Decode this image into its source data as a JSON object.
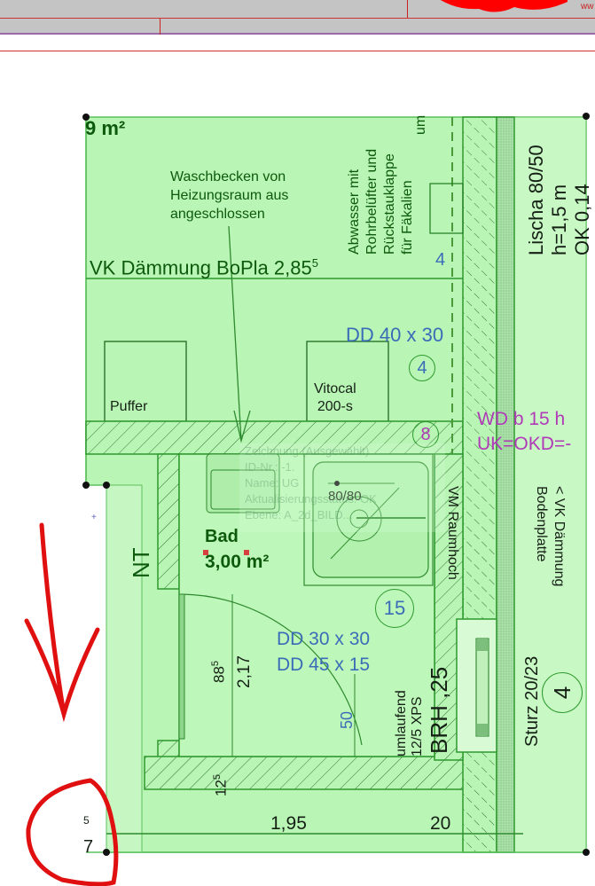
{
  "window": {
    "brand_text": "ww"
  },
  "plan": {
    "room_area_top": "9 m²",
    "note_waschbecken": [
      "Waschbecken von",
      "Heizungsraum aus",
      "angeschlossen"
    ],
    "note_vk_daemmung": "VK Dämmung BoPla 2,85",
    "note_vk_daemmung_sup": "5",
    "note_abwasser": [
      "Abwasser mit",
      "Rohrbelüfter und",
      "Rückstauklappe",
      "für Fäkalien"
    ],
    "note_um": "um",
    "note_lischa": [
      "Lischa 80/50",
      "h=1,5 m",
      "OK 0,14"
    ],
    "dim_4_top": "4",
    "dd_40x30": "DD 40 x 30",
    "tag_4": "4",
    "tag_8": "8",
    "tag_15": "15",
    "tag_4_right": "4",
    "equip_puffer": "Puffer",
    "equip_vitocal": [
      "Vitocal",
      "200-s"
    ],
    "wd_label": [
      "WD b 15 h",
      "UK=OKD=-"
    ],
    "vk_bodenplatte": [
      "< VK Dämmung",
      "Bodenplatte"
    ],
    "vm_raumhoch": "VM Raumhoch",
    "shower_size": "80/80",
    "room_nt": "NT",
    "room_bad_name": "Bad",
    "room_bad_area": "3,00 m²",
    "dim_885": "88",
    "dim_885_sup": "5",
    "dim_217": "2,17",
    "dd_30x30": "DD 30 x 30",
    "dd_45x15": "DD 45 x 15",
    "dim_50": "50",
    "umlaufend": [
      "umlaufend",
      "12/5 XPS"
    ],
    "brh": "BRH ,25",
    "sturz": "Sturz 20/23",
    "dim_125": "12",
    "dim_125_sup": "5",
    "dim_195": "1,95",
    "dim_20": "20",
    "left_dim_5": "5",
    "left_dim_7": "7"
  },
  "tooltip": {
    "lines": [
      "Zeichnung (Ausgewählt)",
      "ID-Nr.: -1.",
      "Name: UG",
      "Aktualisierungsstatus: OK",
      "Ebene: A_2d_BILD..."
    ]
  },
  "colors": {
    "plan_fill": "#b9f5b5",
    "plan_line": "#2e9a2e",
    "annotation_red": "#e01010",
    "tag_blue": "#3a6cb8",
    "tag_magenta": "#b03ab8"
  }
}
